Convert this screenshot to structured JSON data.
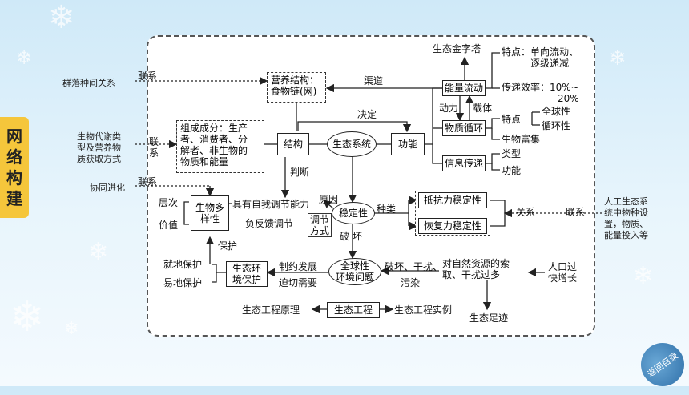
{
  "side_title": [
    "网",
    "络",
    "构",
    "建"
  ],
  "return_button": "返回目录",
  "external": {
    "community": "群落种间关系",
    "metabolism": [
      "生物代谢类",
      "型及营养物",
      "质获取方式"
    ],
    "coevolution": "协同进化",
    "artificial": [
      "人工生态系",
      "统中物种设",
      "置，物质、",
      "能量投入等"
    ]
  },
  "links": {
    "lianxi_top": "联系",
    "lianxi_mid": [
      "联",
      "系"
    ],
    "lianxi_low": "联系",
    "lianxi_right": "联系",
    "qudao": "渠道",
    "jueding": "决定",
    "dongli": "动力",
    "zaiti": "载体",
    "panduan": "判断",
    "yuanyin": "原因",
    "zhong": "种类",
    "guanxi": "关系",
    "po_huai": "破  坏",
    "baohu": "保护",
    "zhiyue": "制约发展",
    "poqie": "迫切需要",
    "pohuai_gan": "破坏、干扰、",
    "wuran": "污染"
  },
  "nodes": {
    "trophic": [
      "营养结构：",
      "食物链(网)"
    ],
    "composition": [
      "组成成分：生产",
      "者、消费者、分",
      "解者、非生物的",
      "物质和能量"
    ],
    "structure": "结构",
    "ecosystem": "生态系统",
    "function": "功能",
    "energy_flow": "能量流动",
    "matter_cycle": "物质循环",
    "info_transfer": "信息传递",
    "pyramid": "生态金字塔",
    "energy_feature": [
      "特点：单向流动、",
      "逐级递减"
    ],
    "efficiency": [
      "传递效率：10%~",
      "20%"
    ],
    "matter_feature": "特点",
    "global": "全球性",
    "cyclic": "循环性",
    "bioaccum": "生物富集",
    "types": "类型",
    "roles": "功能",
    "self_regulation": "具有自我调节能力",
    "negative_feedback": "负反馈调节",
    "adjust_way": [
      "调节",
      "方式"
    ],
    "stability": "稳定性",
    "resistance": "抵抗力稳定性",
    "resilience": "恢复力稳定性",
    "biodiversity": [
      "生物多",
      "样性"
    ],
    "levels": "层次",
    "values": "价值",
    "env_protect": [
      "生态环",
      "境保护"
    ],
    "insitu": "就地保护",
    "exsitu": "易地保护",
    "global_issue": [
      "全球性",
      "环境问题"
    ],
    "over_use": [
      "对自然资源的索",
      "取、干扰过多"
    ],
    "population": [
      "人口过",
      "快增长"
    ],
    "footprint": "生态足迹",
    "principle": "生态工程原理",
    "engineering": "生态工程",
    "examples": "生态工程实例"
  }
}
